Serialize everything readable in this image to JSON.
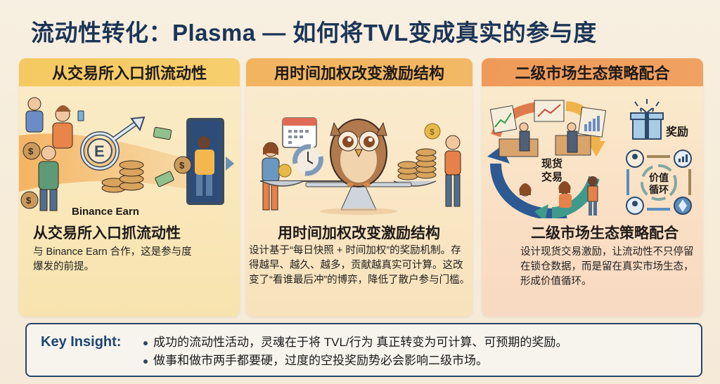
{
  "title": "流动性转化：Plasma — 如何将TVL变成真实的参与度",
  "panels": [
    {
      "header": "从交易所入口抓流动性",
      "illustration_label": "Binance Earn",
      "illustration_icons": [
        "people-with-phones",
        "money-bag-icon",
        "earn-e-logo-icon",
        "coin-stack-icon",
        "cash-icon",
        "portal-door-icon"
      ],
      "subtitle": "从交易所入口抓流动性",
      "body": "与 Binance Earn 合作，这是参与度爆发的前提。",
      "header_color": "#f5c962"
    },
    {
      "header": "用时间加权改变激励结构",
      "illustration_icons": [
        "calendar-icon",
        "clock-cycle-icon",
        "owl-icon",
        "balance-scale-icon",
        "coin-stack-icon",
        "coin-icon"
      ],
      "subtitle": "用时间加权改变激励结构",
      "body": "设计基于“每日快照 + 时间加权”的奖励机制。存得越早、越久、越多，贡献越真实可计算。这改变了“看谁最后冲”的博弈，降低了散户参与门槛。",
      "header_color": "#f2b45f"
    },
    {
      "header": "二级市场生态策略配合",
      "illustration_labels": {
        "spot": "现货\n交易",
        "spot_line1": "现货",
        "spot_line2": "交易",
        "reward": "奖励",
        "cycle_line1": "价值",
        "cycle_line2": "循环"
      },
      "illustration_icons": [
        "trading-chart-icon",
        "gift-icon",
        "user-icon",
        "bar-chart-icon",
        "ethereum-icon",
        "cycle-arrows-icon"
      ],
      "subtitle": "二级市场生态策略配合",
      "body": "设计现货交易激励，让流动性不只停留在锁仓数据，而是留在真实市场生态，形成价值循环。",
      "header_color": "#ef9a58"
    }
  ],
  "insight": {
    "label": "Key Insight:",
    "points": [
      "成功的流动性活动，灵魂在于将 TVL/行为 真正转变为可计算、可预期的奖励。",
      "做事和做市两手都要硬，过度的空投奖励势必会影响二级市场。"
    ]
  },
  "colors": {
    "title": "#1c3557",
    "insight_border": "#2a4667",
    "insight_label": "#1c4673",
    "background": "#f7efe1"
  }
}
